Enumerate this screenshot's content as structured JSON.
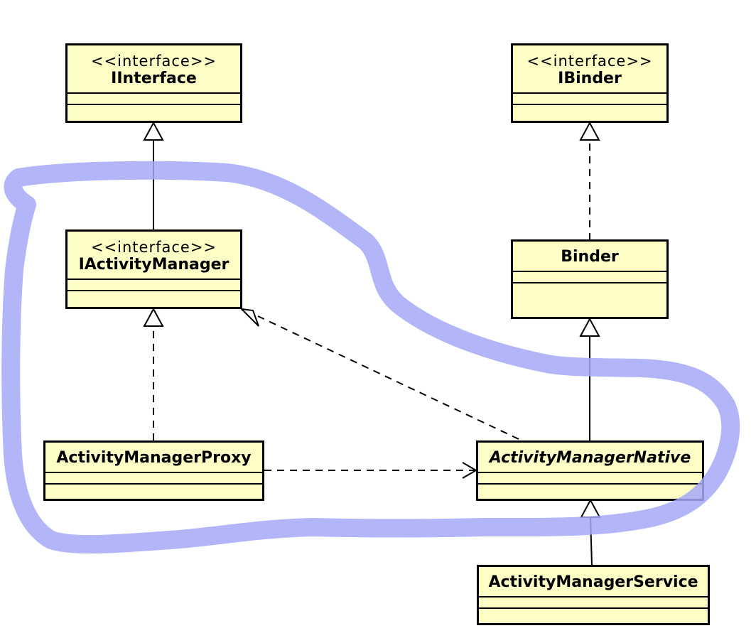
{
  "diagram": {
    "classes": {
      "iinterface": {
        "stereotype": "<<interface>>",
        "name": "IInterface"
      },
      "ibinder": {
        "stereotype": "<<interface>>",
        "name": "IBinder"
      },
      "iactivitymanager": {
        "stereotype": "<<interface>>",
        "name": "IActivityManager"
      },
      "binder": {
        "name": "Binder"
      },
      "activitymanagerproxy": {
        "name": "ActivityManagerProxy"
      },
      "activitymanagernative": {
        "name": "ActivityManagerNative",
        "abstract": true
      },
      "activitymanagerservice": {
        "name": "ActivityManagerService"
      }
    },
    "relations": [
      {
        "from": "IActivityManager",
        "to": "IInterface",
        "type": "generalization"
      },
      {
        "from": "Binder",
        "to": "IBinder",
        "type": "realization"
      },
      {
        "from": "ActivityManagerProxy",
        "to": "IActivityManager",
        "type": "realization"
      },
      {
        "from": "ActivityManagerNative",
        "to": "IActivityManager",
        "type": "realization"
      },
      {
        "from": "ActivityManagerNative",
        "to": "Binder",
        "type": "generalization"
      },
      {
        "from": "ActivityManagerProxy",
        "to": "ActivityManagerNative",
        "type": "dependency"
      },
      {
        "from": "ActivityManagerService",
        "to": "ActivityManagerNative",
        "type": "generalization"
      }
    ],
    "colors": {
      "class_fill": "#fefdc5",
      "line": "#000000",
      "highlight_stroke": "#a4a8f6"
    }
  }
}
